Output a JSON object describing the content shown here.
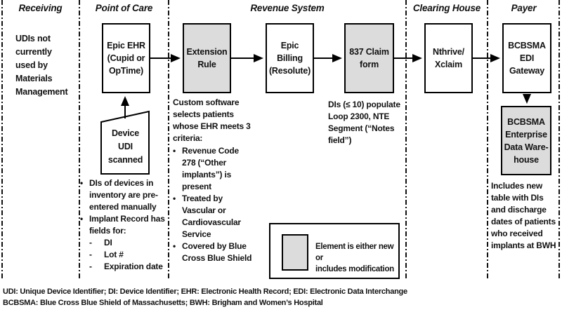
{
  "lanes": [
    {
      "label": "Receiving"
    },
    {
      "label": "Point of Care"
    },
    {
      "label": "Revenue System"
    },
    {
      "label": "Clearing House"
    },
    {
      "label": "Payer"
    }
  ],
  "nodes": {
    "epic_ehr": {
      "label": "Epic EHR\n(Cupid or\nOpTime)",
      "highlighted": false
    },
    "extension_rule": {
      "label": "Extension\nRule",
      "highlighted": true
    },
    "epic_billing": {
      "label": "Epic Billing\n(Resolute)",
      "highlighted": false
    },
    "claim_837": {
      "label": "837 Claim\nform",
      "highlighted": true
    },
    "nthrive": {
      "label": "Nthrive/\nXclaim",
      "highlighted": false
    },
    "edi_gateway": {
      "label": "BCBSMA\nEDI\nGateway",
      "highlighted": false
    },
    "edw": {
      "label": "BCBSMA\nEnterprise\nData Ware-\nhouse",
      "highlighted": true
    },
    "device_udi": {
      "label": "Device\nUDI\nscanned",
      "highlighted": false
    }
  },
  "notes": {
    "receiving": "UDIs not\ncurrently\nused by\nMaterials\nManagement",
    "point_of_care_bullets": [
      {
        "text": "DIs of devices in\ninventory are pre-\nentered manually"
      },
      {
        "text": "Implant Record has\nfields for:"
      }
    ],
    "point_of_care_subitems": [
      "DI",
      "Lot #",
      "Expiration date"
    ],
    "revenue_intro": "Custom software\nselects patients\nwhose EHR meets 3\ncriteria:",
    "revenue_bullets": [
      {
        "text": "Revenue Code\n278 (“Other\nimplants”) is\npresent"
      },
      {
        "text": "Treated by\nVascular or\nCardiovascular\nService"
      },
      {
        "text": "Covered by Blue\nCross Blue Shield"
      }
    ],
    "claim_note": "DIs (≤ 10) populate\nLoop 2300, NTE\nSegment (“Notes\nfield”)",
    "payer_note": "Includes new\ntable with DIs\nand discharge\ndates of patients\nwho received\nimplants at BWH"
  },
  "legend": {
    "label": "Element is either new or\nincludes modification"
  },
  "footer": {
    "line1": "UDI: Unique Device Identifier; DI: Device Identifier; EHR: Electronic Health Record; EDI: Electronic Data Interchange",
    "line2": "BCBSMA: Blue Cross Blue Shield of Massachusetts; BWH: Brigham and Women’s Hospital"
  },
  "colors": {
    "highlight_fill": "#dcdcdc",
    "line": "#000000",
    "background": "#ffffff"
  }
}
